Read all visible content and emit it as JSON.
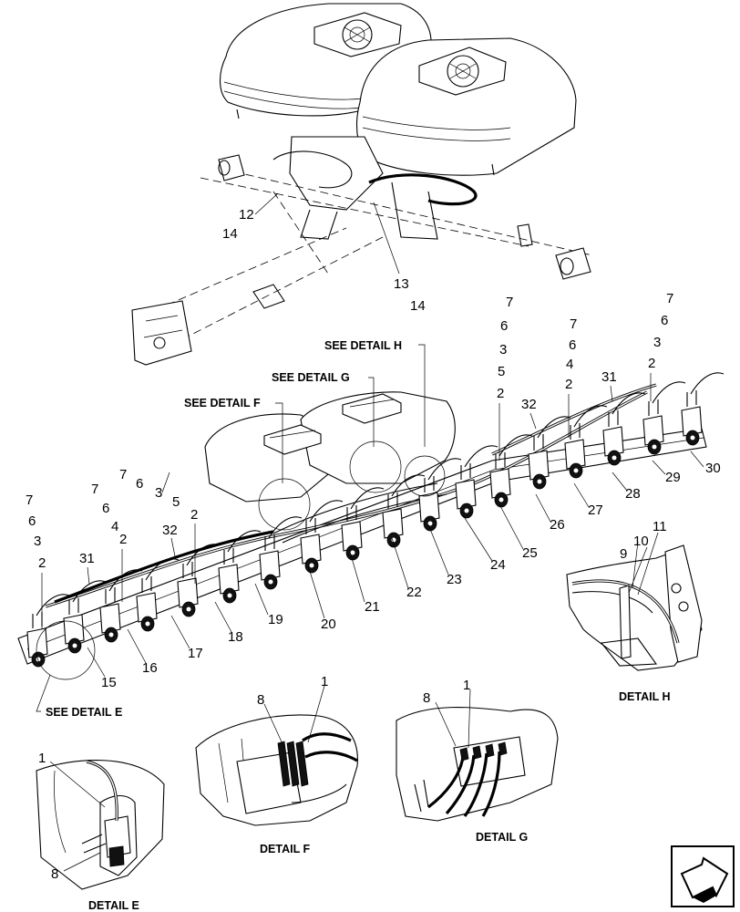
{
  "callouts": {
    "c12": "12",
    "c14a": "14",
    "c13": "13",
    "c14b": "14",
    "r1_7": "7",
    "r1_6": "6",
    "r1_3": "3",
    "r1_5": "5",
    "r1_2": "2",
    "r2_7": "7",
    "r2_6": "6",
    "r2_4": "4",
    "r2_2": "2",
    "r3_7": "7",
    "r3_6": "6",
    "r3_3": "3",
    "r3_2": "2",
    "c31r": "31",
    "c32r": "32",
    "c30": "30",
    "c29": "29",
    "c28": "28",
    "c27": "27",
    "c26": "26",
    "c25": "25",
    "c24": "24",
    "c23": "23",
    "c22": "22",
    "c21": "21",
    "c20": "20",
    "c19": "19",
    "c18": "18",
    "c17": "17",
    "c16": "16",
    "c15": "15",
    "l_7a": "7",
    "l_6a": "6",
    "l_3a": "3",
    "l_2a": "2",
    "l_7b": "7",
    "l_6b": "6",
    "l_4b": "4",
    "l_2b": "2",
    "l_7c": "7",
    "l_6c": "6",
    "l_3c": "3",
    "l_5c": "5",
    "l_2d": "2",
    "c31l": "31",
    "c32l": "32",
    "h9": "9",
    "h10": "10",
    "h11": "11",
    "e1": "1",
    "e8": "8",
    "f1": "1",
    "f8": "8",
    "g1": "1",
    "g8": "8"
  },
  "labels": {
    "see_detail_h": "SEE DETAIL  H",
    "see_detail_g": "SEE DETAIL  G",
    "see_detail_f": "SEE DETAIL  F",
    "see_detail_e": "SEE DETAIL  E",
    "detail_h": "DETAIL  H",
    "detail_f": "DETAIL  F",
    "detail_g": "DETAIL  G",
    "detail_e": "DETAIL  E"
  },
  "icons": {
    "nav": "next-page-arrow-icon"
  }
}
